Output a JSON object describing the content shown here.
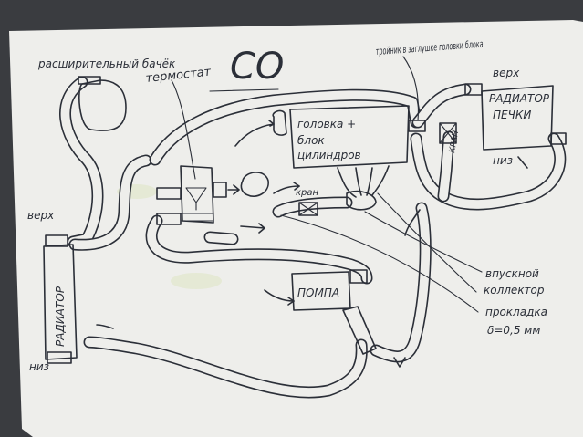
{
  "labels": {
    "title": "СО",
    "expansion_tank": "расширительный бачёк",
    "thermostat": "термостат",
    "tee": "тройник в заглушке головки блока",
    "top_heater": "верх",
    "heater_radiator_1": "РАДИАТОР",
    "heater_radiator_2": "ПЕЧКИ",
    "bottom_heater": "низ",
    "tap_vertical": "КРАН",
    "head_1": "головка +",
    "head_2": "блок",
    "head_3": "цилиндров",
    "tap": "кран",
    "top_radiator": "верх",
    "radiator": "РАДИАТОР",
    "bottom_radiator": "низ",
    "pump": "ПОМПА",
    "intake_1": "впускной",
    "intake_2": "коллектор",
    "gasket_1": "прокладка",
    "gasket_2": "δ=0,5 мм"
  }
}
